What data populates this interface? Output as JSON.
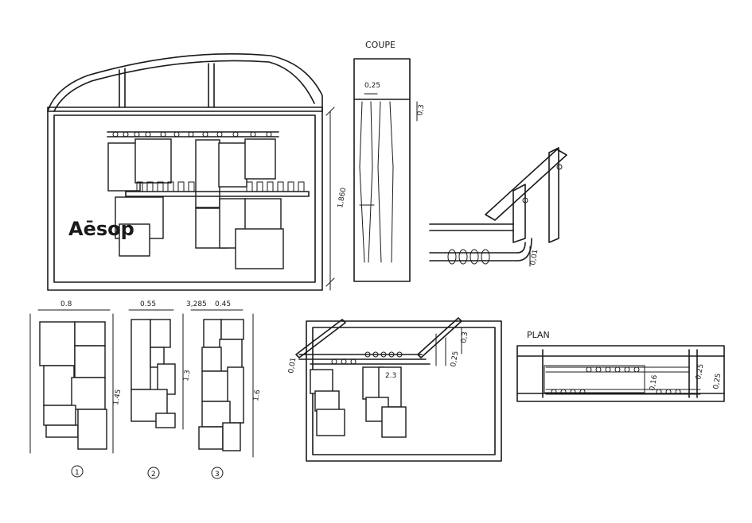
{
  "brand": "Aēsop",
  "labels": {
    "section": "COUPE",
    "plan": "PLAN"
  },
  "dimensions": {
    "facade_height": "1,860",
    "panel1_width": "0.8",
    "panel1_height": "1.45",
    "panel2_width": "0.55",
    "panel2_height": "1.3",
    "panel3_gap": "3,285",
    "panel3_width": "0.45",
    "panel3_height": "1.6",
    "section_bar": "0,25",
    "section_drop": "0,3",
    "detail_tube": "0,01",
    "persp_drop": "0,3",
    "persp_depth": "0,25",
    "persp_tube": "0,01",
    "persp_span": "2.3",
    "plan_a": "0,16",
    "plan_b": "0,25",
    "plan_c": "0,25"
  },
  "panel_numbers": [
    "1",
    "2",
    "3"
  ]
}
